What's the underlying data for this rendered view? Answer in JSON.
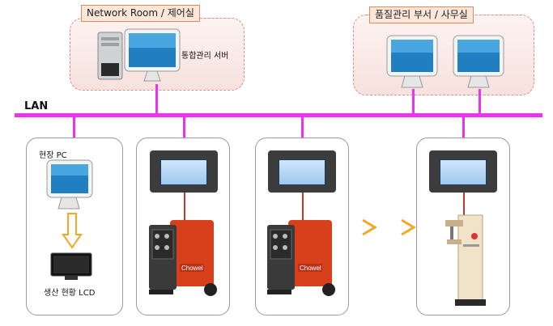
{
  "network_room": {
    "label": "Network Room / 제어실",
    "server_label": "통합관리 서버"
  },
  "qa_office": {
    "label": "품질관리 부서 / 사무실"
  },
  "lan": {
    "label": "LAN"
  },
  "field_pc": {
    "label": "현장 PC",
    "lcd_label": "생산 현황 LCD"
  },
  "welder": {
    "brand": "Chowel"
  },
  "icons": {
    "server": "tower-server-icon",
    "monitor": "monitor-icon",
    "hmi": "hmi-panel-icon",
    "welder": "welding-machine-icon",
    "spot_welder": "spot-welder-icon",
    "lcd": "lcd-tv-icon",
    "more": "more-chevron-icon"
  },
  "colors": {
    "lan": "#ee33ee",
    "link": "#c0392b",
    "arrow": "#f5a623",
    "zone_border": "#e08a8a"
  }
}
